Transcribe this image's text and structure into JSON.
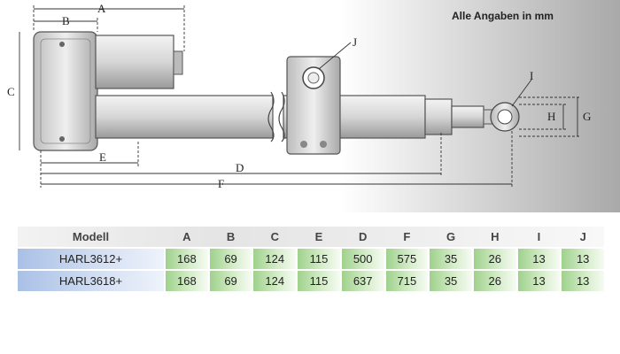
{
  "diagram": {
    "note": "Alle Angaben in mm",
    "labels": {
      "A": "A",
      "B": "B",
      "C": "C",
      "D": "D",
      "E": "E",
      "F": "F",
      "G": "G",
      "H": "H",
      "I": "I",
      "J": "J"
    }
  },
  "table": {
    "model_header": "Modell",
    "columns": [
      "A",
      "B",
      "C",
      "E",
      "D",
      "F",
      "G",
      "H",
      "I",
      "J"
    ],
    "rows": [
      {
        "model": "HARL3612+",
        "values": [
          "168",
          "69",
          "124",
          "115",
          "500",
          "575",
          "35",
          "26",
          "13",
          "13"
        ]
      },
      {
        "model": "HARL3618+",
        "values": [
          "168",
          "69",
          "124",
          "115",
          "637",
          "715",
          "35",
          "26",
          "13",
          "13"
        ]
      }
    ]
  }
}
